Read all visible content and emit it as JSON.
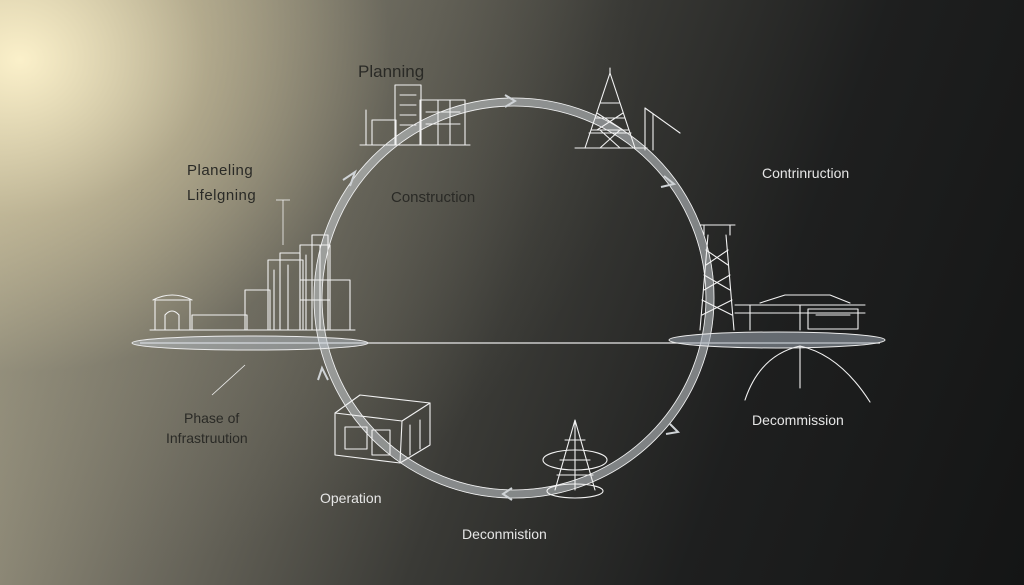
{
  "diagram": {
    "labels": {
      "top_heading": "Planning",
      "left_title_line1": "Planeling",
      "left_title_line2": "Lifelgning",
      "inner_construction": "Construction",
      "right_construction": "Contrinruction",
      "left_phase_line1": "Phase of",
      "left_phase_line2": "Infrastruution",
      "operation": "Operation",
      "bottom_decommission": "Deconmistion",
      "right_decommission": "Decommission"
    },
    "colors": {
      "line": "#f2f2f2",
      "dark_text": "#2a2a26",
      "light_text": "#e6e6e6"
    },
    "icons": [
      "city-buildings-icon",
      "transmission-tower-crane-icon",
      "city-skyline-icon",
      "lattice-tower-crane-icon",
      "industrial-building-icon",
      "cone-tower-icon"
    ]
  }
}
